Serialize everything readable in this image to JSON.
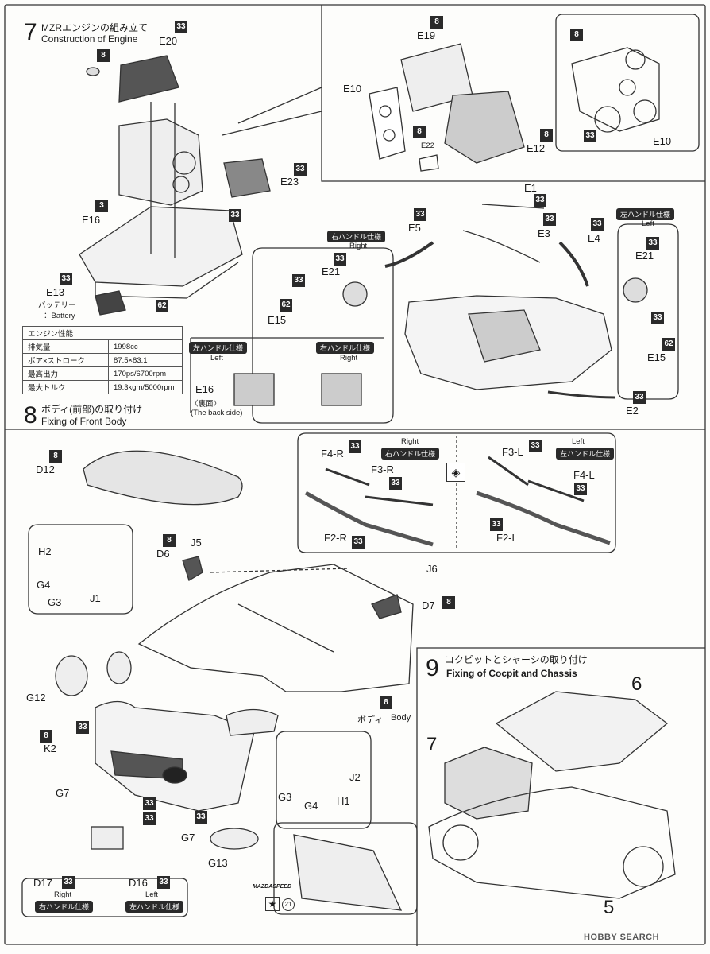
{
  "step7": {
    "num": "7",
    "title_jp": "MZRエンジンの組み立て",
    "title_en": "Construction of Engine"
  },
  "step8": {
    "num": "8",
    "title_jp": "ボディ(前部)の取り付け",
    "title_en": "Fixing of Front Body"
  },
  "step9": {
    "num": "9",
    "title_jp": "コクピットとシャーシの取り付け",
    "title_en": "Fixing of Cocpit  and Chassis"
  },
  "badges": {
    "b8": "8",
    "b33": "33",
    "b3": "3",
    "b62": "62"
  },
  "parts": {
    "E20": "E20",
    "E23": "E23",
    "E16": "E16",
    "E13": "E13",
    "E19": "E19",
    "E10": "E10",
    "E22": "E22",
    "E12": "E12",
    "E1": "E1",
    "E3": "E3",
    "E4": "E4",
    "E5": "E5",
    "E21": "E21",
    "E15": "E15",
    "E2": "E2",
    "D12": "D12",
    "D6": "D6",
    "J5": "J5",
    "H2": "H2",
    "G4": "G4",
    "G3": "G3",
    "J1": "J1",
    "J6": "J6",
    "D7": "D7",
    "G12": "G12",
    "K2": "K2",
    "G7": "G7",
    "G13": "G13",
    "D17": "D17",
    "D16": "D16",
    "J2": "J2",
    "H1": "H1",
    "F4R": "F4-R",
    "F3R": "F3-R",
    "F2R": "F2-R",
    "F3L": "F3-L",
    "F4L": "F4-L",
    "F2L": "F2-L",
    "n7": "7",
    "n6": "6",
    "n5": "5"
  },
  "battery_jp": "バッテリー",
  "battery_en": "：Battery",
  "right_jp": "右ハンドル仕様",
  "left_jp": "左ハンドル仕様",
  "right_en": "Right",
  "left_en": "Left",
  "back_jp": "〈裏面〉",
  "back_en": "(The back side)",
  "body_jp": "ボディ",
  "body_en": "Body",
  "spec": {
    "title": "エンジン性能",
    "rows": [
      [
        "排気量",
        "1998cc"
      ],
      [
        "ボア×ストローク",
        "87.5×83.1"
      ],
      [
        "最高出力",
        "170ps/6700rpm"
      ],
      [
        "最大トルク",
        "19.3kgm/5000rpm"
      ]
    ]
  },
  "mazdaspeed": "MAZDASPEED",
  "decal_num": "21",
  "watermark": "HOBBY SEARCH"
}
